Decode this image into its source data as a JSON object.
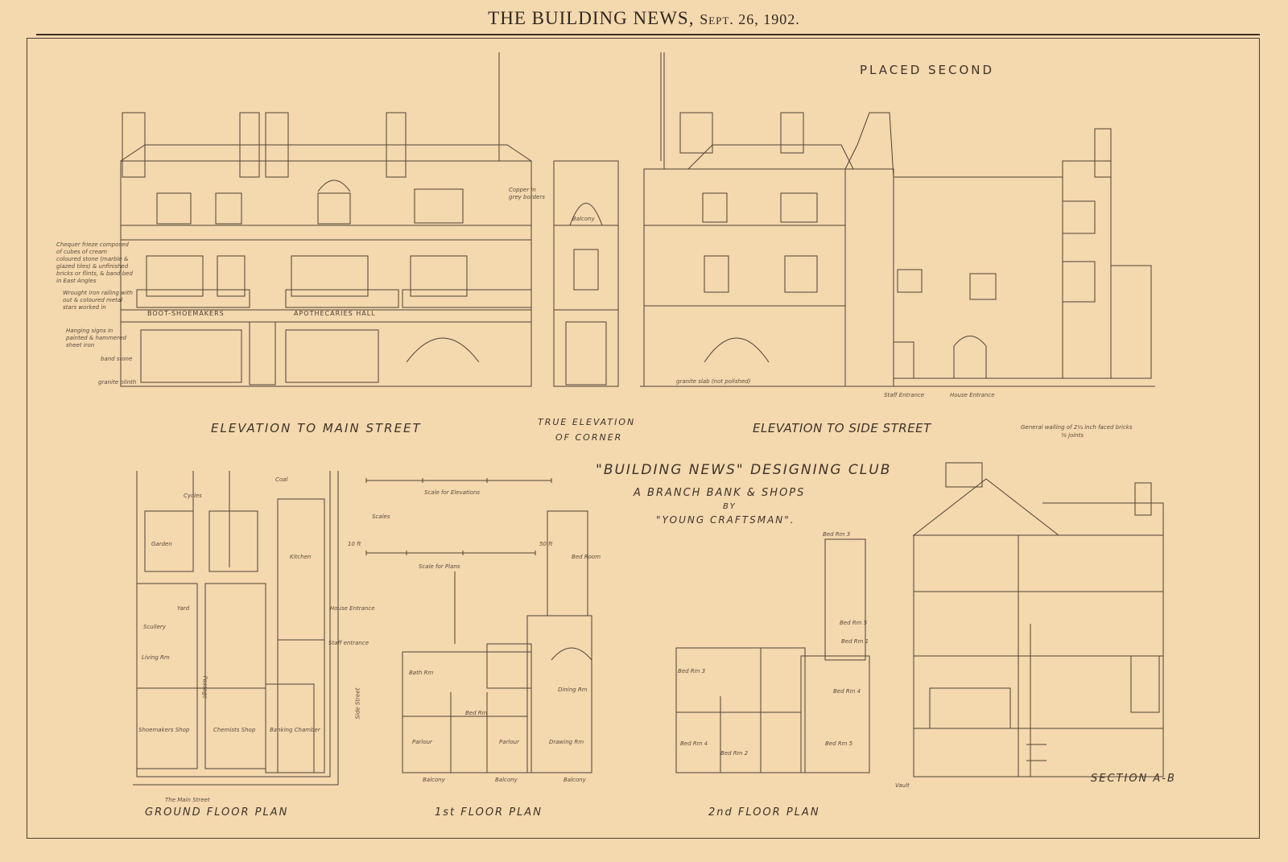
{
  "header": {
    "title": "THE BUILDING NEWS,",
    "date": "Sept. 26, 1902."
  },
  "placement": "PLACED SECOND",
  "elevations": {
    "main": "ELEVATION TO MAIN STREET",
    "corner_1": "TRUE ELEVATION",
    "corner_2": "OF CORNER",
    "side": "ELEVATION TO SIDE STREET",
    "side_note_1": "General walling of 2¼ inch faced bricks",
    "side_note_2": "⅜ joints",
    "staff_entrance": "Staff Entrance",
    "house_entrance": "House Entrance",
    "granite_slab": "granite slab (not polished)",
    "shop_sign_1": "BOOT-SHOEMAKERS",
    "shop_sign_2": "APOTHECARIES HALL",
    "balcony": "Balcony",
    "copper_note": "Copper in grey borders"
  },
  "annotations": [
    "Chequer frieze composed of cubes of cream coloured stone (marble & glazed tiles) & unfinished bricks or flints, & band bed in East Angles",
    "Wrought iron railing with out & coloured metal stars worked in",
    "Hanging signs in painted & hammered sheet iron",
    "band stone",
    "granite plinth"
  ],
  "title_block": {
    "club": "\"BUILDING NEWS\" DESIGNING CLUB",
    "subject": "A BRANCH BANK & SHOPS",
    "by": "BY",
    "author": "\"YOUNG CRAFTSMAN\"."
  },
  "scales": {
    "elevations": "Scale for Elevations",
    "plans": "Scale for Plans",
    "label": "Scales",
    "start": "10 ft",
    "end": "50 ft"
  },
  "plans": {
    "ground": {
      "title": "GROUND FLOOR PLAN",
      "street": "The Main Street",
      "side_street": "Side Street",
      "rooms": [
        "Garden",
        "Yard",
        "Living Rm",
        "Scullery",
        "Shoemakers Shop",
        "Chemists Shop",
        "Passage",
        "Banking Chamber",
        "Kitchen",
        "House Entrance",
        "Staff entrance",
        "Coal",
        "Cycles"
      ]
    },
    "first": {
      "title": "1st FLOOR PLAN",
      "rooms": [
        "Parlour",
        "Bed Rm",
        "Bath Rm",
        "Parlour",
        "Drawing Rm",
        "Dining Rm",
        "Bed Room",
        "Balcony",
        "Balcony",
        "Balcony"
      ]
    },
    "second": {
      "title": "2nd FLOOR PLAN",
      "rooms": [
        "Bed Rm 3",
        "Bed Rm 4",
        "Bed Rm 2",
        "Bed Rm 5",
        "Bed Rm 1",
        "Bed Rm 4",
        "Bed Rm 5",
        "Bed Rm 3"
      ]
    },
    "section": {
      "title": "SECTION A-B",
      "vault": "Vault"
    }
  }
}
